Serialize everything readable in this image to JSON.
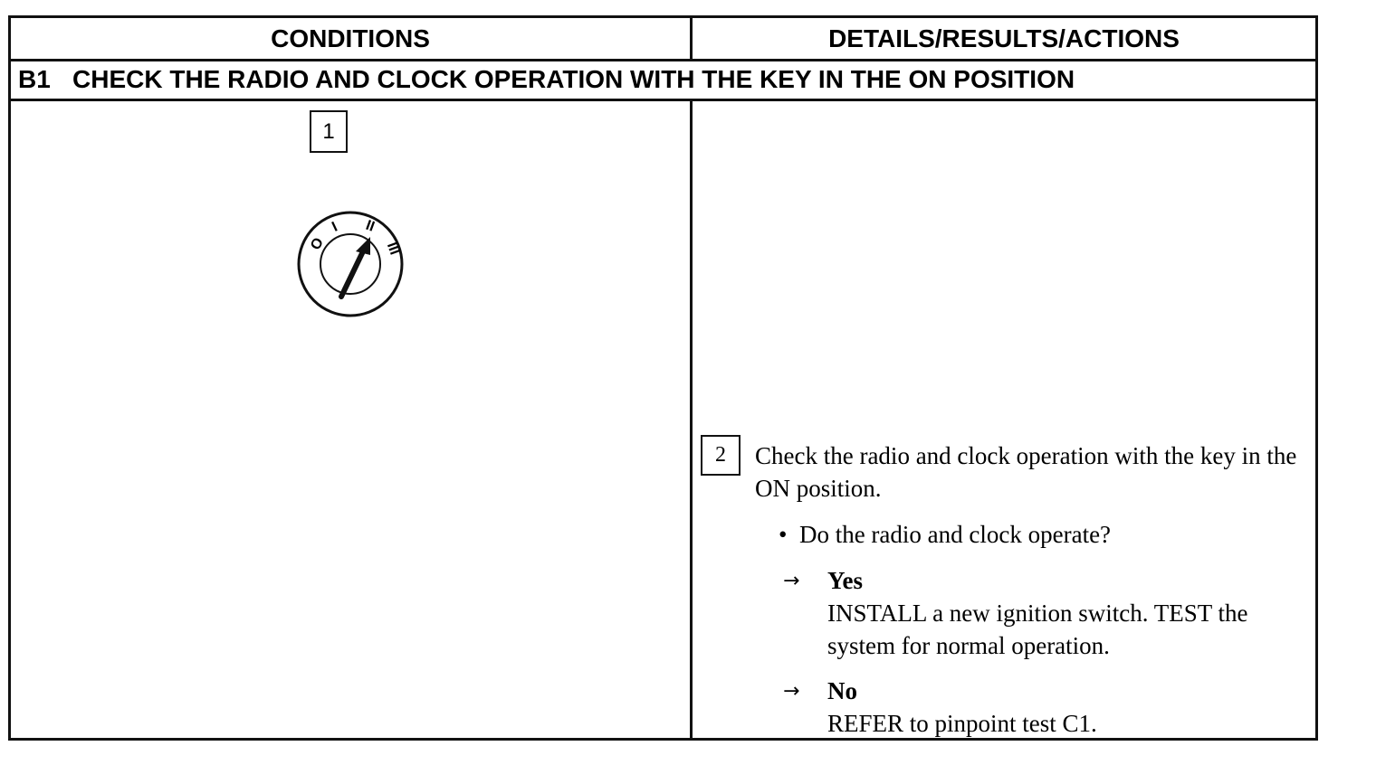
{
  "header": {
    "conditions": "CONDITIONS",
    "details": "DETAILS/RESULTS/ACTIONS"
  },
  "section": {
    "code": "B1",
    "title": "CHECK THE RADIO AND CLOCK OPERATION WITH THE KEY IN THE ON POSITION"
  },
  "step1": {
    "number": "1",
    "key_positions": [
      "O",
      "I",
      "II",
      "III"
    ],
    "key_illustration": "ignition-key-icon"
  },
  "step2": {
    "number": "2",
    "instruction": "Check the radio and clock operation with the key in the ON position.",
    "question": "Do the radio and clock operate?",
    "yes_label": "Yes",
    "yes_action": "INSTALL a new ignition switch. TEST the system for normal operation.",
    "no_label": "No",
    "no_action": "REFER to pinpoint test C1."
  }
}
